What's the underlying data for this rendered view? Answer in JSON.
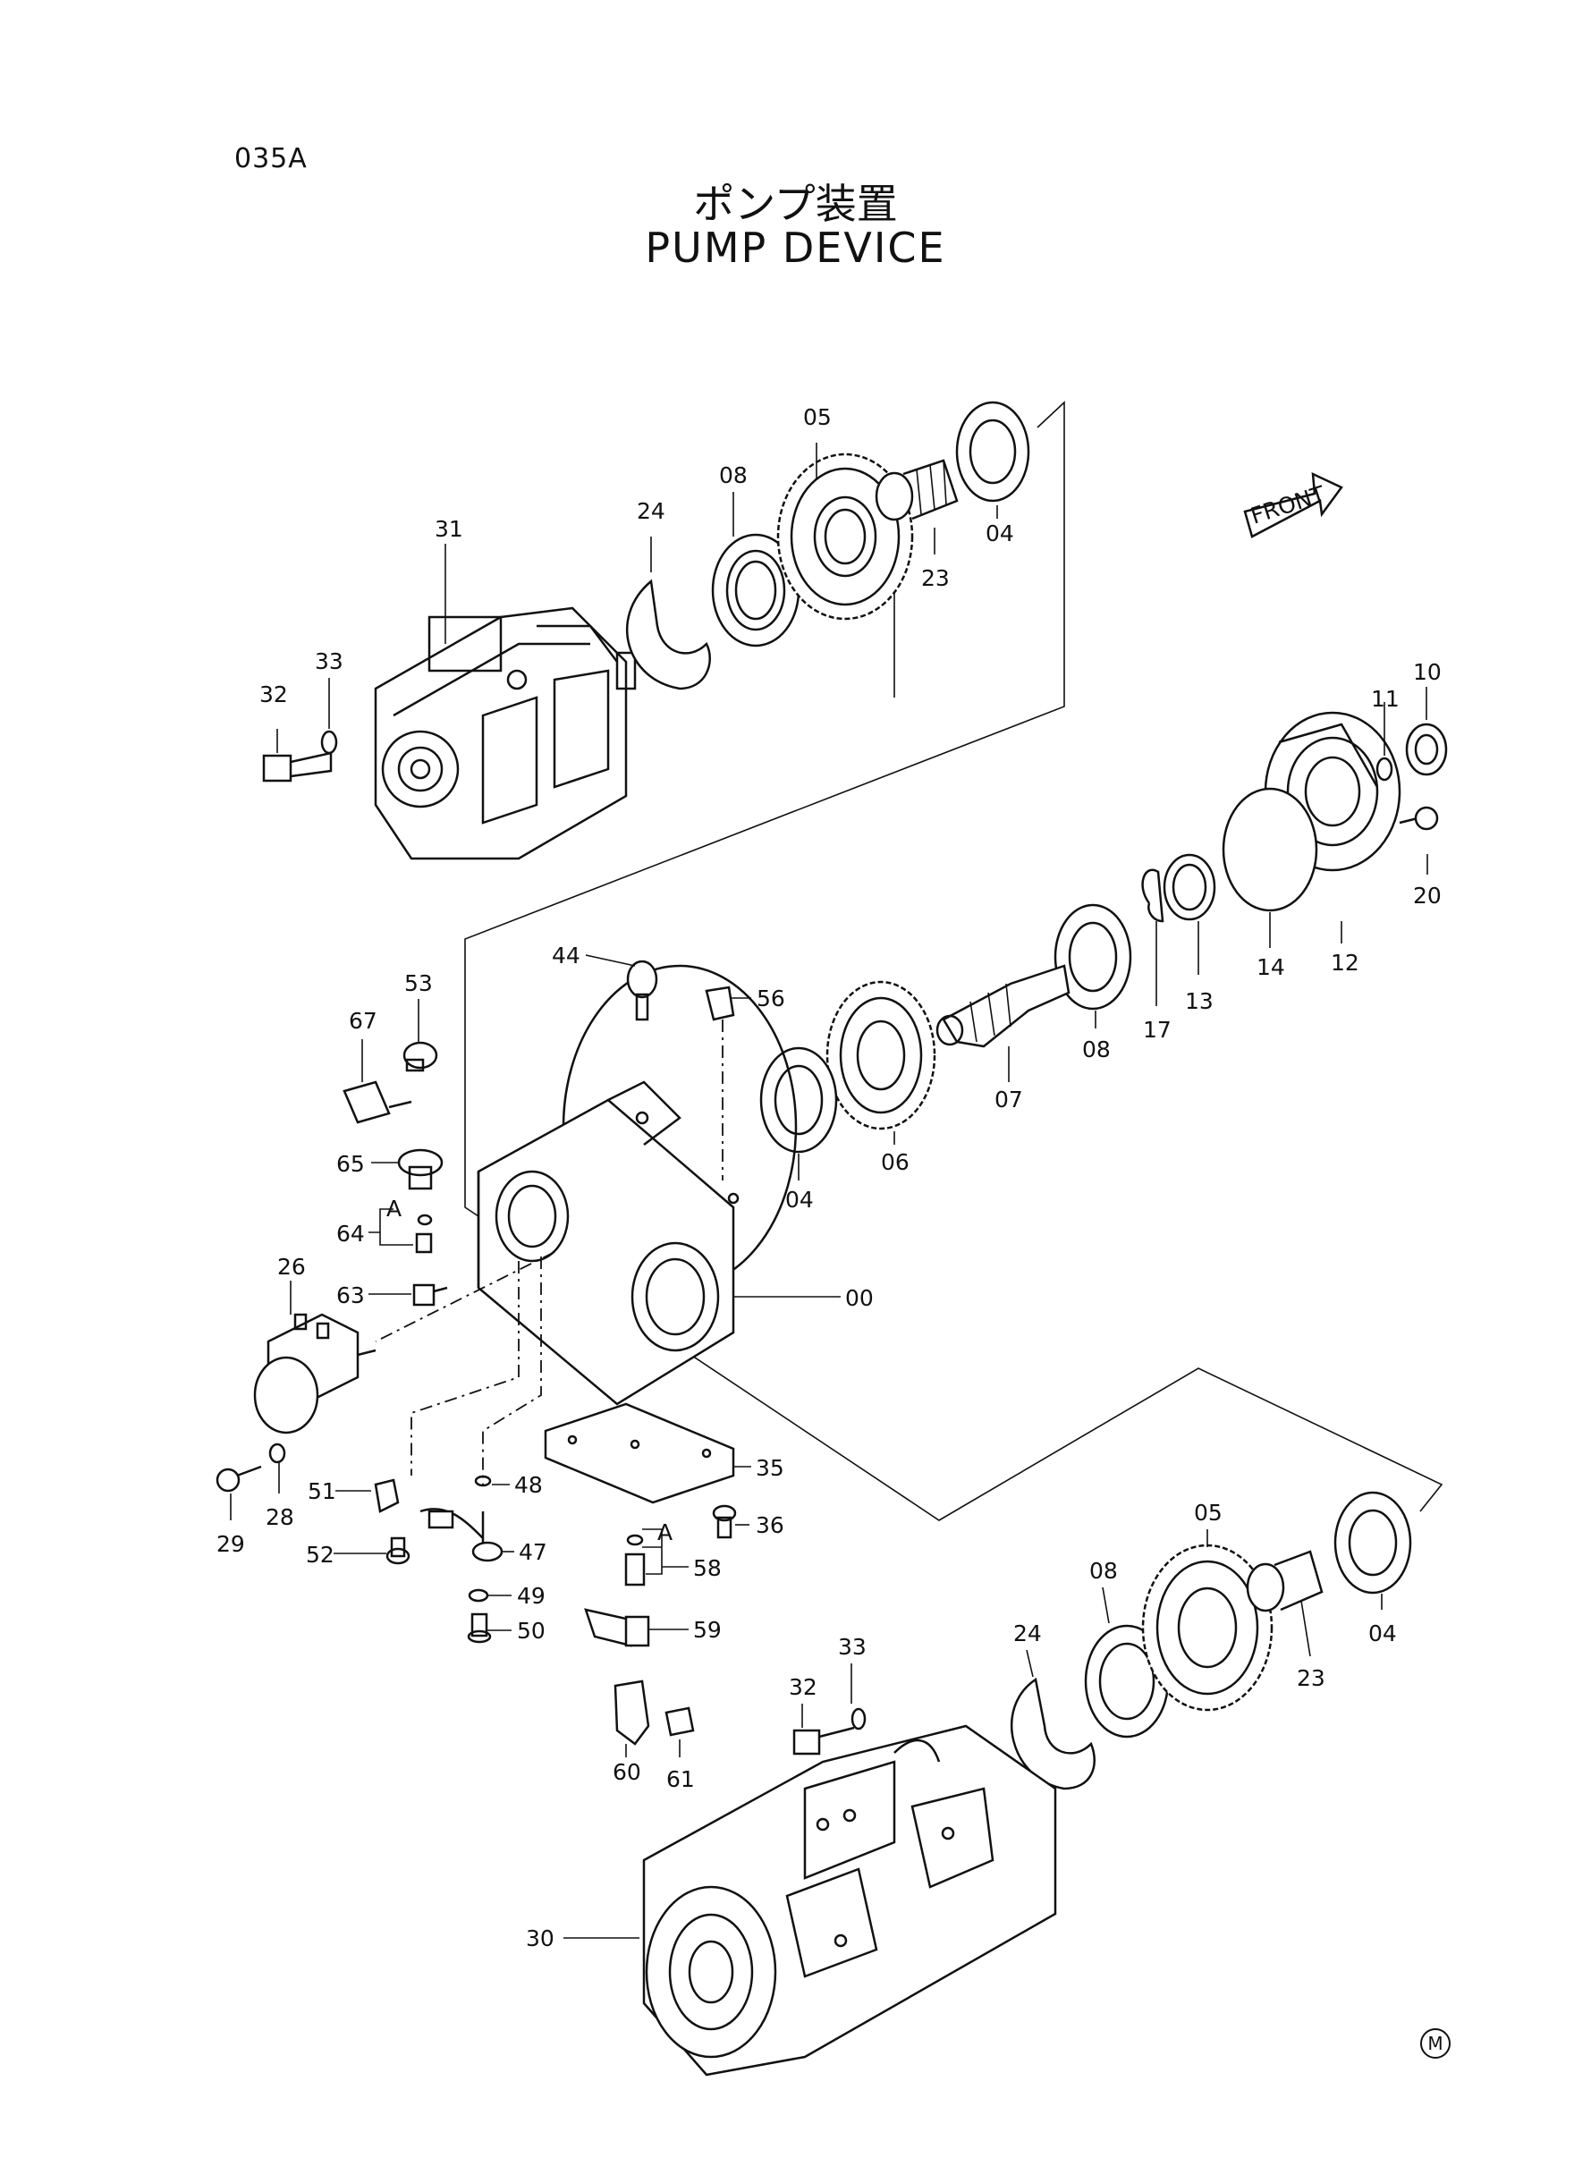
{
  "page_code": "035A",
  "title_jp": "ポンプ装置",
  "title_en": "PUMP DEVICE",
  "front_label": "FRONT",
  "corner_mark": "M",
  "sub_label_a": "A",
  "callouts": {
    "p00": "00",
    "p04a": "04",
    "p04b": "04",
    "p04c": "04",
    "p05a": "05",
    "p05b": "05",
    "p06": "06",
    "p07": "07",
    "p08a": "08",
    "p08b": "08",
    "p08c": "08",
    "p10": "10",
    "p11": "11",
    "p12": "12",
    "p13": "13",
    "p14": "14",
    "p17": "17",
    "p20": "20",
    "p23a": "23",
    "p23b": "23",
    "p24a": "24",
    "p24b": "24",
    "p26": "26",
    "p28": "28",
    "p29": "29",
    "p30": "30",
    "p31": "31",
    "p32a": "32",
    "p32b": "32",
    "p33a": "33",
    "p33b": "33",
    "p35": "35",
    "p36": "36",
    "p44": "44",
    "p47": "47",
    "p48": "48",
    "p49": "49",
    "p50": "50",
    "p51": "51",
    "p52": "52",
    "p53": "53",
    "p56": "56",
    "p58": "58",
    "p59": "59",
    "p60": "60",
    "p61": "61",
    "p63": "63",
    "p64": "64",
    "p65": "65",
    "p67": "67"
  }
}
